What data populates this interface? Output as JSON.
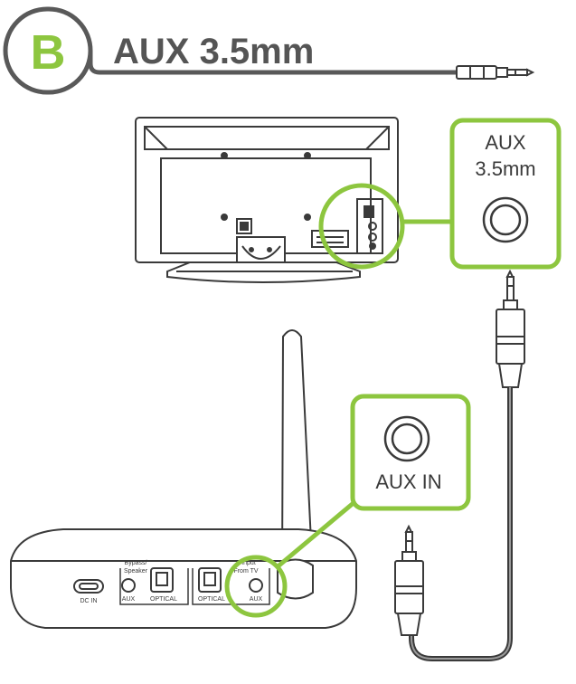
{
  "header": {
    "badge_letter": "B",
    "title": "AUX 3.5mm"
  },
  "tv_callout": {
    "line1": "AUX",
    "line2": "3.5mm"
  },
  "receiver_callout": {
    "label": "AUX IN"
  },
  "receiver_panel": {
    "dc_in": "DC IN",
    "bypass_line1": "Bypass/",
    "bypass_line2": "Speaker",
    "aux_left": "AUX",
    "optical_left": "OPTICAL",
    "optical_right": "OPTICAL",
    "input_line1": "Input",
    "input_line2": "From TV",
    "aux_right": "AUX"
  },
  "colors": {
    "accent_green": "#8dc63f",
    "line_dark": "#3a3a3a",
    "header_text": "#555555"
  }
}
